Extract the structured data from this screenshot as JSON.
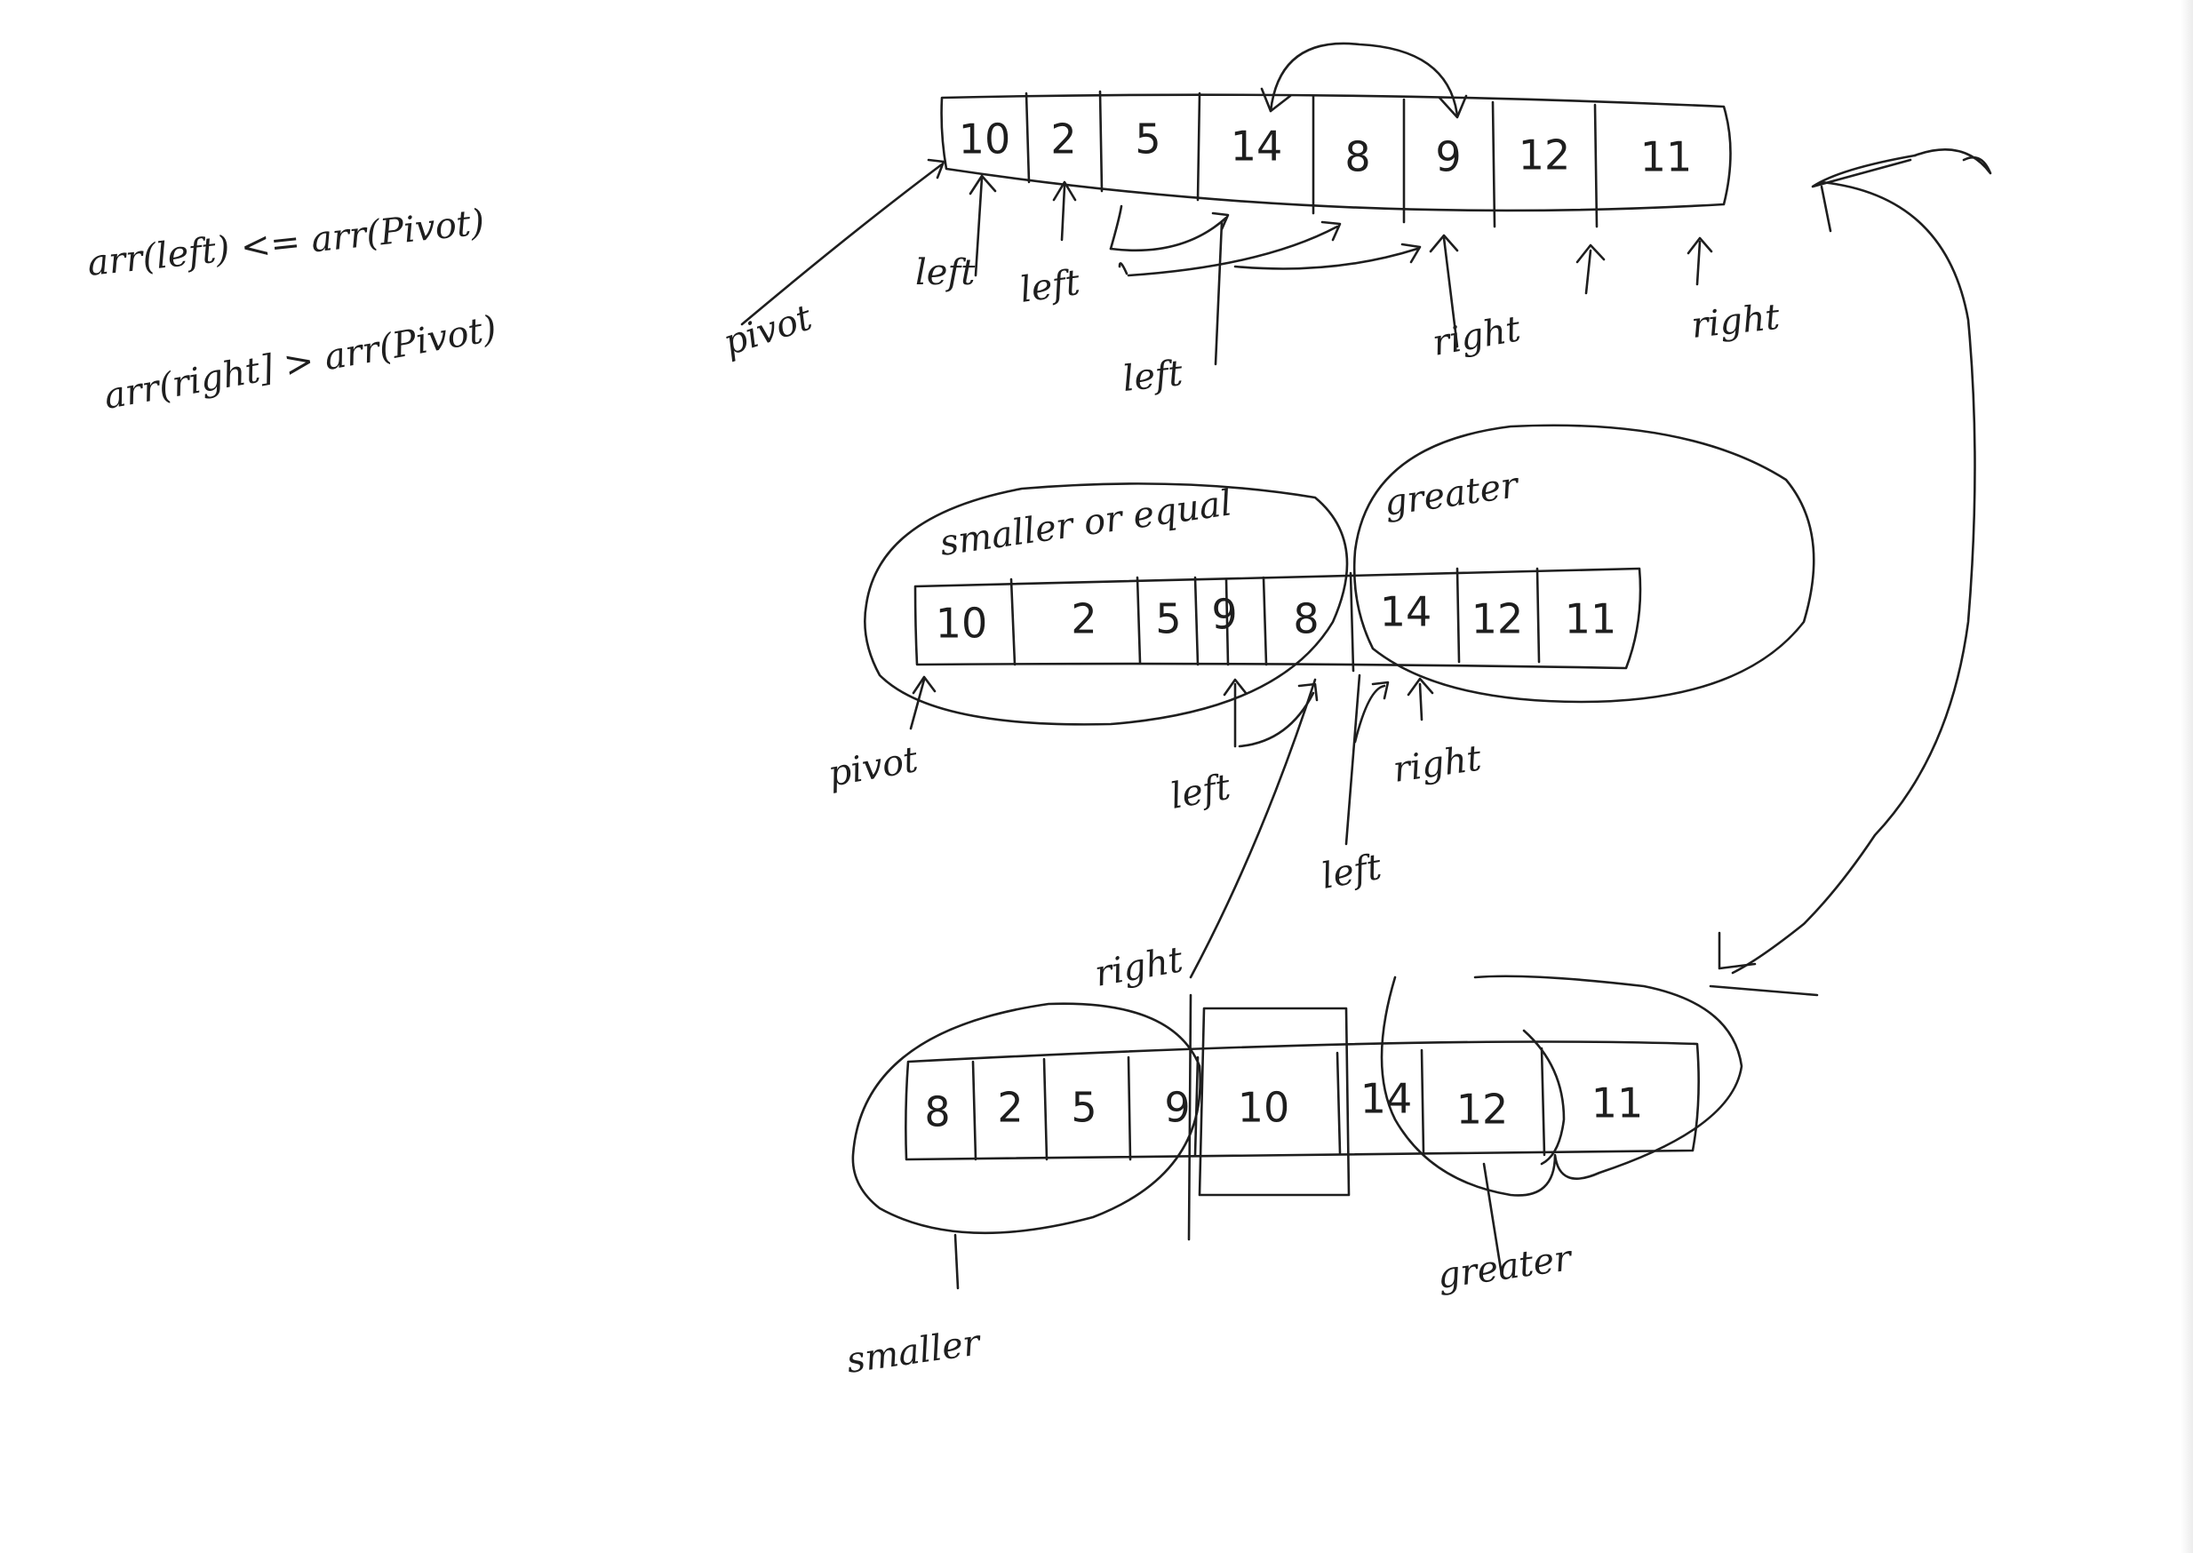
{
  "formulas": {
    "left_rule": "arr(left) <= arr(Pivot)",
    "right_rule": "arr(right] > arr(Pivot)"
  },
  "array1": {
    "cells": [
      "10",
      "2",
      "5",
      "14",
      "8",
      "9",
      "12",
      "11"
    ],
    "labels": {
      "pivot": "pivot",
      "left_a": "left",
      "left_b": "left",
      "left_c": "left",
      "right_a": "right",
      "right_b": "right"
    }
  },
  "array2": {
    "cells": [
      "10",
      "2",
      "5",
      "9",
      "8",
      "14",
      "12",
      "11"
    ],
    "group_smaller": "smaller or equal",
    "group_greater": "greater",
    "labels": {
      "pivot": "pivot",
      "left_a": "left",
      "right": "right",
      "left_b": "left",
      "right_b": "right"
    }
  },
  "array3": {
    "cells": [
      "8",
      "2",
      "5",
      "9",
      "10",
      "14",
      "12",
      "11"
    ],
    "label_smaller": "smaller",
    "label_greater": "greater"
  }
}
